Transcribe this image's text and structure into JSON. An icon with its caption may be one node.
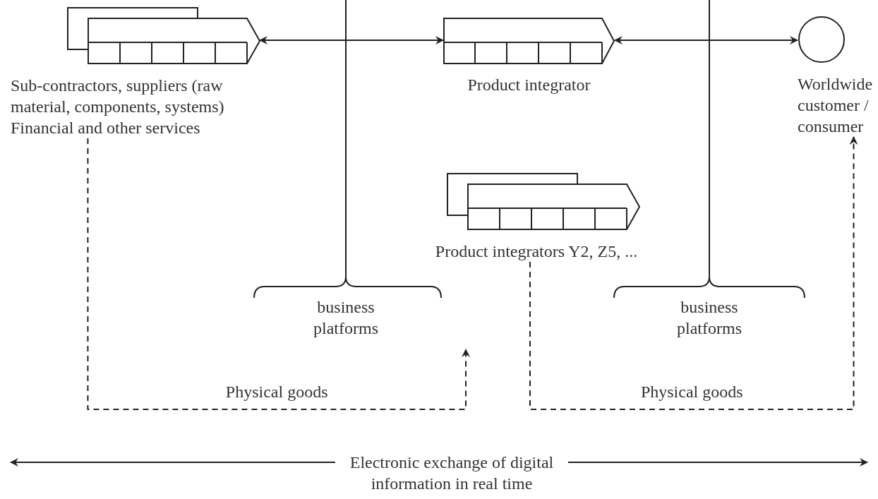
{
  "diagram": {
    "nodes": [
      {
        "text": [
          "Sub-contractors, suppliers (raw material, components, systems) Financial and other services"
        ]
      },
      {
        "text": [
          "Product integrator"
        ]
      },
      {
        "text": [
          "Worldwide customer / consumer"
        ]
      },
      {
        "text": [
          "Product integrators Y2, Z5, ..."
        ]
      }
    ],
    "edges": [
      {
        "from": 0,
        "to": 1,
        "arrow": "both"
      },
      {
        "from": 1,
        "to": 2,
        "arrow": "both"
      },
      {
        "from": 0,
        "to": null,
        "arrow": "to",
        "label": "Physical goods",
        "style": "dashed"
      },
      {
        "from": 3,
        "to": 2,
        "arrow": "to",
        "label": "Physical goods",
        "style": "dashed"
      }
    ],
    "labels": [
      "business platforms",
      "business platforms",
      "Electronic exchange of digital information in real time"
    ]
  }
}
